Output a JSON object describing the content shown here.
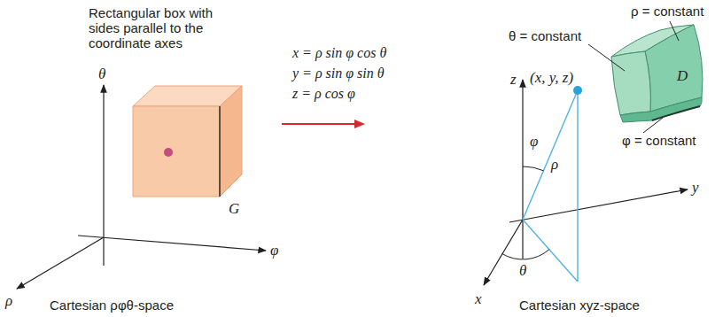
{
  "diagram": {
    "labels": [
      "Rectangular box with sides parallel to the coordinate axes",
      "θ",
      "φ",
      "ρ",
      "G",
      "Cartesian ρφθ-space",
      "x = ρ sin φ cos θ",
      "y = ρ sin φ sin θ",
      "z = ρ cos φ",
      "θ = constant",
      "ρ = constant",
      "z",
      "(x, y, z)",
      "D",
      "φ",
      "φ = constant",
      "ρ",
      "y",
      "θ",
      "x",
      "Cartesian xyz-space"
    ]
  }
}
